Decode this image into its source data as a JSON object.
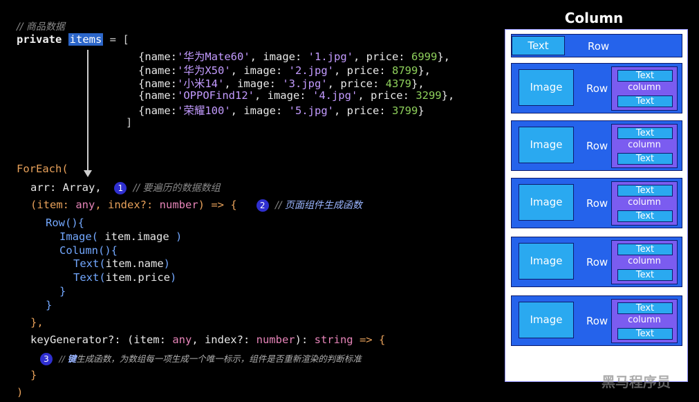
{
  "code": {
    "comment_data": "// 商品数据",
    "kw_private": "private",
    "var_items": "items",
    "assign": " = [",
    "items": [
      {
        "pre": "{name:",
        "name": "'华为Mate60'",
        "mid1": ", image: ",
        "image": "'1.jpg'",
        "mid2": ", price: ",
        "price": "6999",
        "post": "},"
      },
      {
        "pre": "{name:",
        "name": "'华为X50'",
        "mid1": ", image: ",
        "image": "'2.jpg'",
        "mid2": ", price: ",
        "price": "8799",
        "post": "},"
      },
      {
        "pre": "{name:",
        "name": "'小米14'",
        "mid1": ", image: ",
        "image": "'3.jpg'",
        "mid2": ", price: ",
        "price": "4379",
        "post": "},"
      },
      {
        "pre": "{name:",
        "name": "'OPPOFind12'",
        "mid1": ", image: ",
        "image": "'4.jpg'",
        "mid2": ", price: ",
        "price": "3299",
        "post": "},"
      },
      {
        "pre": "{name:",
        "name": "'荣耀100'",
        "mid1": ", image: ",
        "image": "'5.jpg'",
        "mid2": ", price: ",
        "price": "3799",
        "post": "}"
      }
    ],
    "close_bracket": "]",
    "foreach": "ForEach(",
    "arr_line": "arr: Array,",
    "badge1": "1",
    "comment1": "// 要遍历的数据数组",
    "item_open": "(item: ",
    "any1": "any",
    "index_part": ", index?: ",
    "number1": "number",
    "arrow_brace": ") => {",
    "badge2": "2",
    "comment2_prefix": "// ",
    "comment2": "页面组件生成函数",
    "row_open": "Row(){",
    "image_call": "Image(",
    "image_arg": " item.image ",
    "image_close": ")",
    "column_open": "Column(){",
    "text_call1": "Text(",
    "text_arg1": "item.name",
    "text_close1": ")",
    "text_call2": "Text(",
    "text_arg2": "item.price",
    "text_close2": ")",
    "brace_close1": "}",
    "brace_close2": "}",
    "brace_comma": "},",
    "keygen": "keyGenerator?: (item: ",
    "any2": "any",
    "index_part2": ", index?: ",
    "number2": "number",
    "keygen_tail": "): ",
    "string_kw": "string",
    "arrow2": " => {",
    "badge3": "3",
    "comment3_prefix": "// ",
    "comment3_bold": "键",
    "comment3": "生成函数，为数组每一项生成一个唯一标示，组件是否重新渲染的判断标准",
    "brace_close3": "}",
    "paren_close": ")"
  },
  "diagram": {
    "title": "Column",
    "top_row": {
      "text": "Text",
      "row": "Row"
    },
    "rows": [
      {
        "image": "Image",
        "row": "Row",
        "t1": "Text",
        "col": "column",
        "t2": "Text"
      },
      {
        "image": "Image",
        "row": "Row",
        "t1": "Text",
        "col": "column",
        "t2": "Text"
      },
      {
        "image": "Image",
        "row": "Row",
        "t1": "Text",
        "col": "column",
        "t2": "Text"
      },
      {
        "image": "Image",
        "row": "Row",
        "t1": "Text",
        "col": "column",
        "t2": "Text"
      },
      {
        "image": "Image",
        "row": "Row",
        "t1": "Text",
        "col": "column",
        "t2": "Text"
      }
    ]
  },
  "watermark": "黑马程序员"
}
